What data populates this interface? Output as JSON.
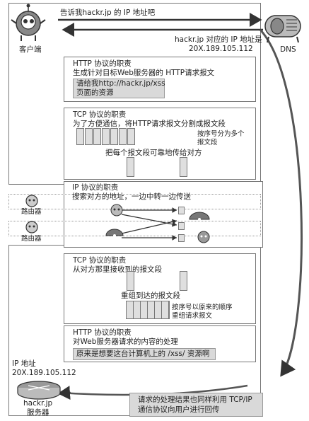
{
  "top": {
    "request_text": "告诉我hackr.jp 的 IP 地址吧",
    "client_label": "客户端",
    "dns_label": "DNS",
    "dns_reply_1": "hackr.jp 对应的 IP 地址是",
    "dns_reply_2": "20X.189.105.112"
  },
  "http_client": {
    "title": "HTTP 协议的职责",
    "desc": "生成针对目标Web服务器的 HTTP请求报文",
    "request_1": "请给我http://hackr.jp/xss",
    "request_2": "页面的资源"
  },
  "tcp_client": {
    "title": "TCP 协议的职责",
    "desc": "为了方便通信，将HTTP请求报文分割成报文段",
    "note_1": "按序号分为多个",
    "note_2": "报文段",
    "transfer": "把每个报文段可靠地传给对方"
  },
  "ip": {
    "title": "IP 协议的职责",
    "desc": "搜索对方的地址，一边中转一边传送",
    "router_1": "路由器",
    "router_2": "路由器"
  },
  "tcp_server": {
    "title": "TCP 协议的职责",
    "desc": "从对方那里接收到的报文段",
    "reassembled": "重组到达的报文段",
    "note_1": "按序号以原来的顺序",
    "note_2": "重组请求报文"
  },
  "http_server": {
    "title": "HTTP 协议的职责",
    "desc": "对Web服务器请求的内容的处理",
    "result": "原来是想要这台计算机上的 /xss/ 资源啊"
  },
  "server": {
    "ip_label": "IP 地址",
    "ip_value": "20X.189.105.112",
    "name_1": "hackr.jp",
    "name_2": "服务器"
  },
  "footer": {
    "line_1": "请求的处理结果也同样利用 TCP/IP",
    "line_2": "通信协议向用户进行回传"
  },
  "colors": {
    "arrow_dark": "#333333",
    "return_arrow": "#555555",
    "grey_box": "#d9d9d9",
    "segment": "#dfdfdf"
  }
}
